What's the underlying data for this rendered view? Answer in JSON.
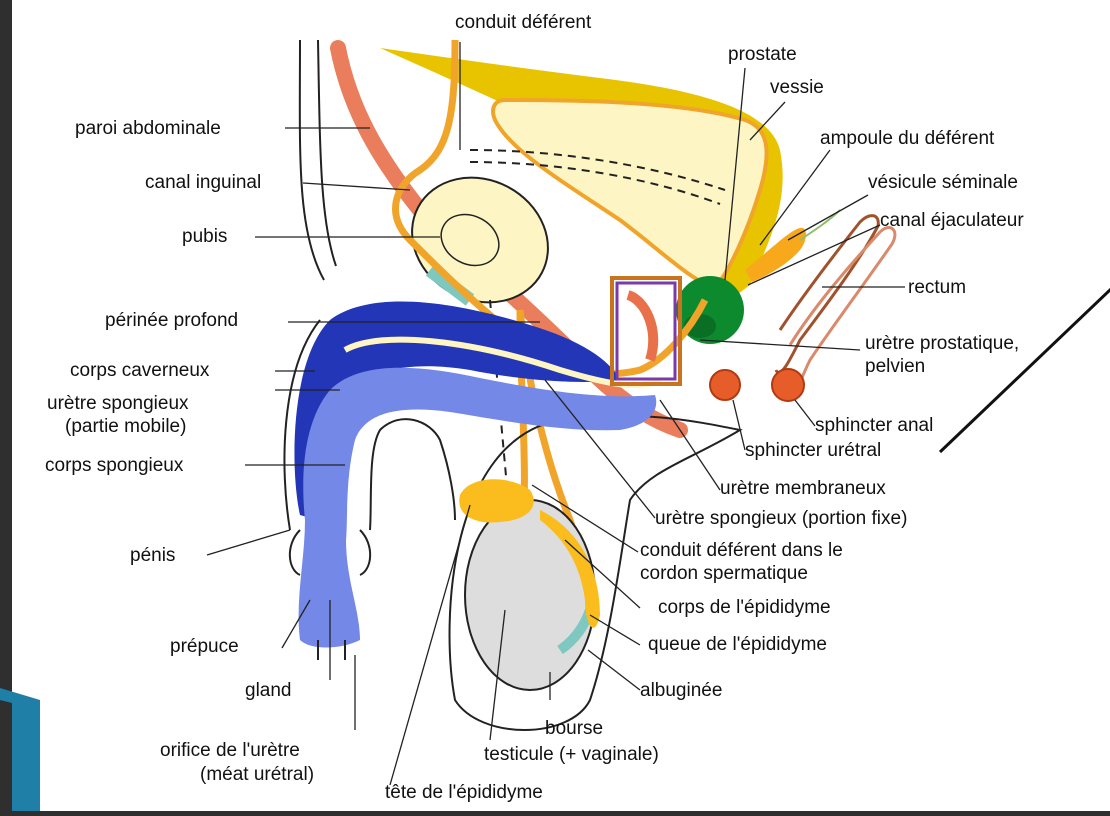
{
  "diagram": {
    "colors": {
      "page_bg": "#2f2f2f",
      "paper": "#ffffff",
      "corner_accent": "#1f7fa6",
      "bladder_fill": "#fdf5c4",
      "bladder_outline": "#e8c400",
      "deferent_duct": "#f0a52a",
      "muscle": "#e8704a",
      "corpus_cavernosum": "#2436b8",
      "corpus_spongiosum": "#7488e8",
      "prostate": "#0e8a2e",
      "epididymis": "#fbbd1d",
      "testis": "#dddddd",
      "rectum_line": "#a0522d",
      "highlight_box": "#7b3aa8",
      "highlight_box_outer": "#c8741e"
    },
    "labels": {
      "conduit_deferent": "conduit déférent",
      "prostate": "prostate",
      "vessie": "vessie",
      "paroi_abdominale": "paroi abdominale",
      "ampoule": "ampoule du déférent",
      "canal_inguinal": "canal inguinal",
      "vesicule": "vésicule séminale",
      "canal_ejaculateur": "canal éjaculateur",
      "pubis": "pubis",
      "rectum": "rectum",
      "perinee": "périnée profond",
      "uretre_prostatique_1": "urètre prostatique,",
      "uretre_prostatique_2": "pelvien",
      "corps_caverneux": "corps caverneux",
      "uretre_spongieux_1": "urètre spongieux",
      "uretre_spongieux_2": "(partie mobile)",
      "sphincter_anal": "sphincter anal",
      "corps_spongieux": "corps spongieux",
      "sphincter_uretral": "sphincter urétral",
      "uretre_membraneux": "urètre membraneux",
      "uretre_spongieux_fixe": "urètre spongieux (portion fixe)",
      "penis": "pénis",
      "conduit_cordon_1": "conduit déférent dans le",
      "conduit_cordon_2": "cordon spermatique",
      "corps_epididyme": "corps de l'épididyme",
      "prepuce": "prépuce",
      "queue_epididyme": "queue de l'épididyme",
      "gland": "gland",
      "albuginee": "albuginée",
      "bourse": "bourse",
      "orifice_1": "orifice de l'urètre",
      "orifice_2": "(méat urétral)",
      "testicule": "testicule (+ vaginale)",
      "tete_epididyme": "tête de l'épididyme"
    }
  }
}
